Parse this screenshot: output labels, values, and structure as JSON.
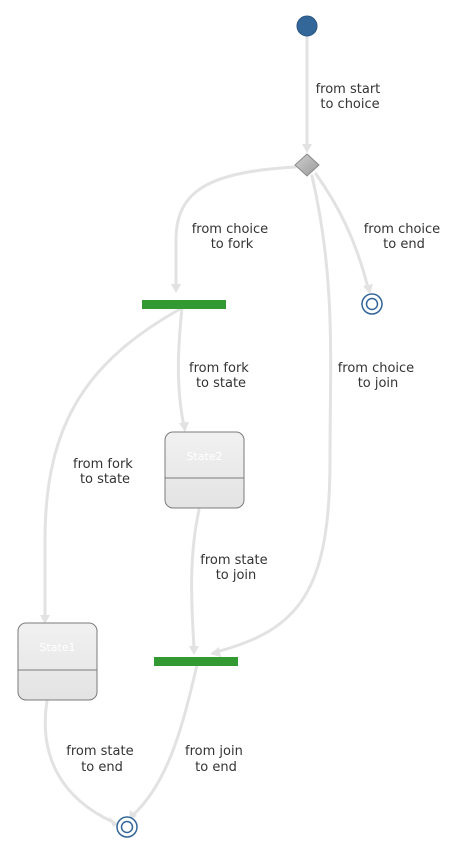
{
  "states": {
    "state1": "State1",
    "state2": "State2"
  },
  "edges": {
    "start_to_choice": [
      "from start",
      "to choice"
    ],
    "choice_to_fork": [
      "from choice",
      "to fork"
    ],
    "choice_to_end": [
      "from choice",
      "to end"
    ],
    "choice_to_join": [
      "from choice",
      "to join"
    ],
    "fork_to_state2": [
      "from fork",
      "to state"
    ],
    "fork_to_state1": [
      "from fork",
      "to state"
    ],
    "state2_to_join": [
      "from state",
      "to join"
    ],
    "state1_to_end": [
      "from state",
      "to end"
    ],
    "join_to_end": [
      "from join",
      "to end"
    ]
  },
  "colors": {
    "start_node": "#336699",
    "bars": "#339933",
    "edges": "#e2e2e2",
    "end_node": "#336699"
  }
}
